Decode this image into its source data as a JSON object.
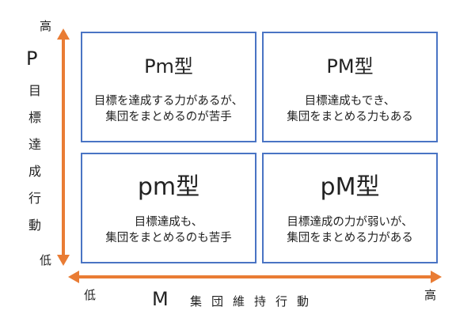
{
  "colors": {
    "axis_arrow": "#e97c34",
    "box_border": "#4a74c4"
  },
  "y_axis": {
    "high_label": "高",
    "low_label": "低",
    "letter": "P",
    "name_chars": [
      "目",
      "標",
      "達",
      "成",
      "行",
      "動"
    ]
  },
  "x_axis": {
    "low_label": "低",
    "high_label": "高",
    "letter": "M",
    "name": "集団維持行動"
  },
  "quadrants": {
    "top_left": {
      "title": "Pm型",
      "line1": "目標を達成する力があるが、",
      "line2": "集団をまとめるのが苦手"
    },
    "top_right": {
      "title": "PM型",
      "line1": "目標達成もでき、",
      "line2": "集団をまとめる力もある"
    },
    "bottom_left": {
      "title": "pm型",
      "line1": "目標達成も、",
      "line2": "集団をまとめるのも苦手"
    },
    "bottom_right": {
      "title": "pM型",
      "line1": "目標達成の力が弱いが、",
      "line2": "集団をまとめる力がある"
    }
  }
}
